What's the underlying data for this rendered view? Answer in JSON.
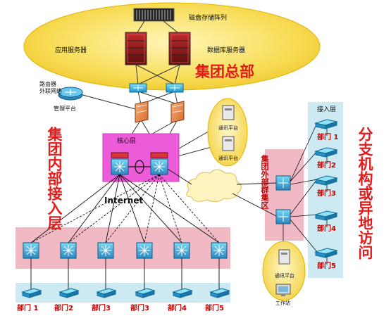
{
  "hq": {
    "storage_label": "磁盘存储阵列",
    "app_server_label": "应用服务器",
    "db_server_label": "数据库服务器",
    "title": "集团总部",
    "router_label": "路由器\n外联网络",
    "mgmt_label": "管理平台"
  },
  "core": {
    "label": "核心层",
    "internet_label": "Internet",
    "comm1": "通讯平台",
    "comm2": "通讯平台"
  },
  "internal": {
    "title": "集团内部接入层",
    "departments": [
      "部门 1",
      "部门2",
      "部门3",
      "部门3",
      "部门4",
      "部门5"
    ]
  },
  "external": {
    "cluster_title": "集团外部群集区",
    "access_label": "接入层",
    "branch_title": "分支机构或异地访问",
    "departments": [
      "部门 1",
      "部门2",
      "部门3",
      "部门4",
      "部门5"
    ],
    "comm_label": "通讯平台",
    "workstation_label": "工作站"
  },
  "colors": {
    "hq_ellipse": "#f5d23c",
    "core_box": "#ec5bd8",
    "pink_zone": "#f0b9c4",
    "access_zone": "#cdeaf2",
    "title_red": "#e31b1b"
  }
}
